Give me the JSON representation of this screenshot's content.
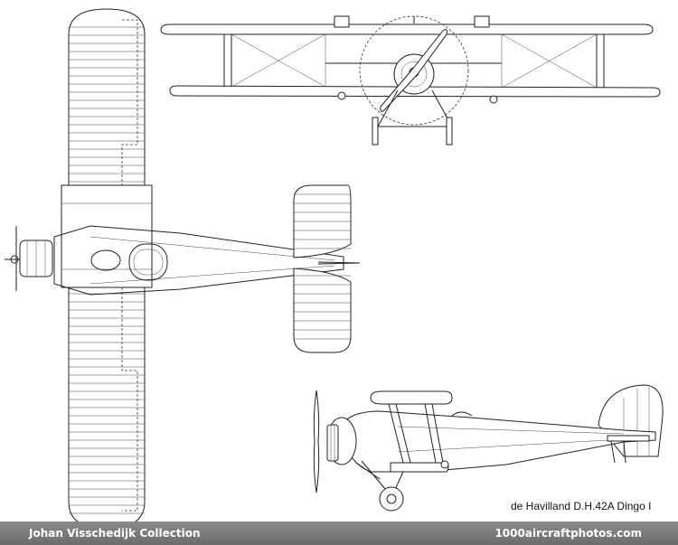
{
  "caption": "de Havilland D.H.42A Dingo I",
  "footer": {
    "collection": "Johan Visschedijk Collection",
    "site": "1000aircraftphotos.com"
  }
}
